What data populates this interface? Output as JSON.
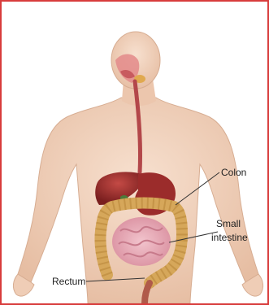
{
  "labels": {
    "colon": "Colon",
    "small_intestine_line1": "Small",
    "small_intestine_line2": "intestine",
    "rectum": "Rectum"
  },
  "colors": {
    "border": "#d83c3c",
    "skin": "#f3d4bd",
    "skin_shadow": "#e2b79c",
    "esophagus": "#b3474a",
    "stomach_liver": "#a2312f",
    "colon": "#d6a75a",
    "small_intestine": "#e7a9b7",
    "leader_line": "#333333"
  }
}
